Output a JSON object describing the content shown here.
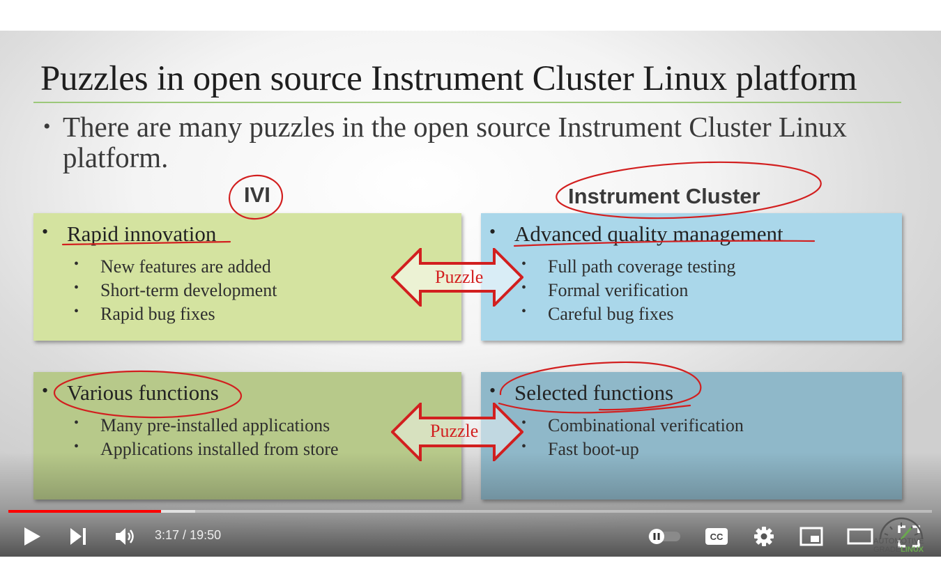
{
  "slide": {
    "title": "Puzzles in open source Instrument Cluster Linux platform",
    "main_bullet": "There are many puzzles in the open source Instrument Cluster Linux platform.",
    "bullet_symbol": "•",
    "columns": {
      "left": "IVI",
      "right": "Instrument Cluster"
    },
    "boxes": [
      {
        "heading": "Rapid innovation",
        "items": [
          "New features are added",
          "Short-term development",
          "Rapid bug fixes"
        ]
      },
      {
        "heading": "Advanced quality management",
        "items": [
          "Full path coverage testing",
          "Formal verification",
          "Careful bug fixes"
        ]
      },
      {
        "heading": "Various functions",
        "items": [
          "Many pre-installed applications",
          "Applications installed from store"
        ]
      },
      {
        "heading": "Selected functions",
        "items": [
          "Combinational verification",
          "Fast boot-up"
        ]
      }
    ],
    "arrows": [
      "Puzzle",
      "Puzzle"
    ],
    "colors": {
      "green_top": "#d4e3a0",
      "blue_top": "#aad7ea",
      "green_bottom": "#b7c98a",
      "blue_bottom": "#8fb8c9",
      "ink": "#d21f1f"
    }
  },
  "player": {
    "current_time": "3:17",
    "separator": " / ",
    "duration": "19:50",
    "progress_played": 0.165,
    "progress_buffered": 0.202,
    "progress_color": "#ff0000",
    "icons": [
      "play-icon",
      "next-icon",
      "volume-icon",
      "autoplay-toggle-icon",
      "captions-icon",
      "settings-icon",
      "miniplayer-icon",
      "theater-icon",
      "fullscreen-icon"
    ],
    "cc_label": "CC"
  },
  "watermark": {
    "line1": "AUTOMOTIVE",
    "line2a": "GRADE",
    "line2b": "LINUX"
  }
}
